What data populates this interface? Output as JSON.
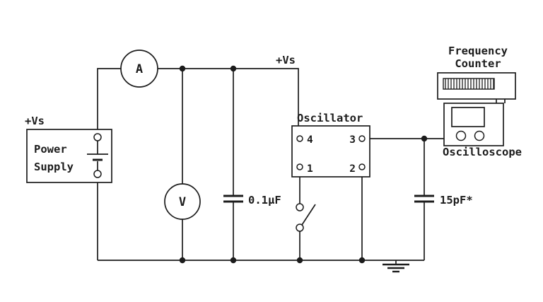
{
  "diagram": {
    "type": "circuit-schematic",
    "power_supply": {
      "rail_label": "+Vs",
      "name_line1": "Power",
      "name_line2": "Supply"
    },
    "ammeter": {
      "label": "A"
    },
    "voltmeter": {
      "label": "V"
    },
    "supply_rail": {
      "label": "+Vs"
    },
    "bypass_capacitor": {
      "value": "0.1µF"
    },
    "load_capacitor": {
      "value": "15pF*"
    },
    "oscillator": {
      "title": "Oscillator",
      "pins": {
        "p4": "4",
        "p3": "3",
        "p1": "1",
        "p2": "2"
      }
    },
    "frequency_counter": {
      "name_line1": "Frequency",
      "name_line2": "Counter"
    },
    "oscilloscope": {
      "name": "Oscilloscope"
    }
  },
  "colors": {
    "stroke": "#1c1c1c",
    "background": "#ffffff"
  }
}
